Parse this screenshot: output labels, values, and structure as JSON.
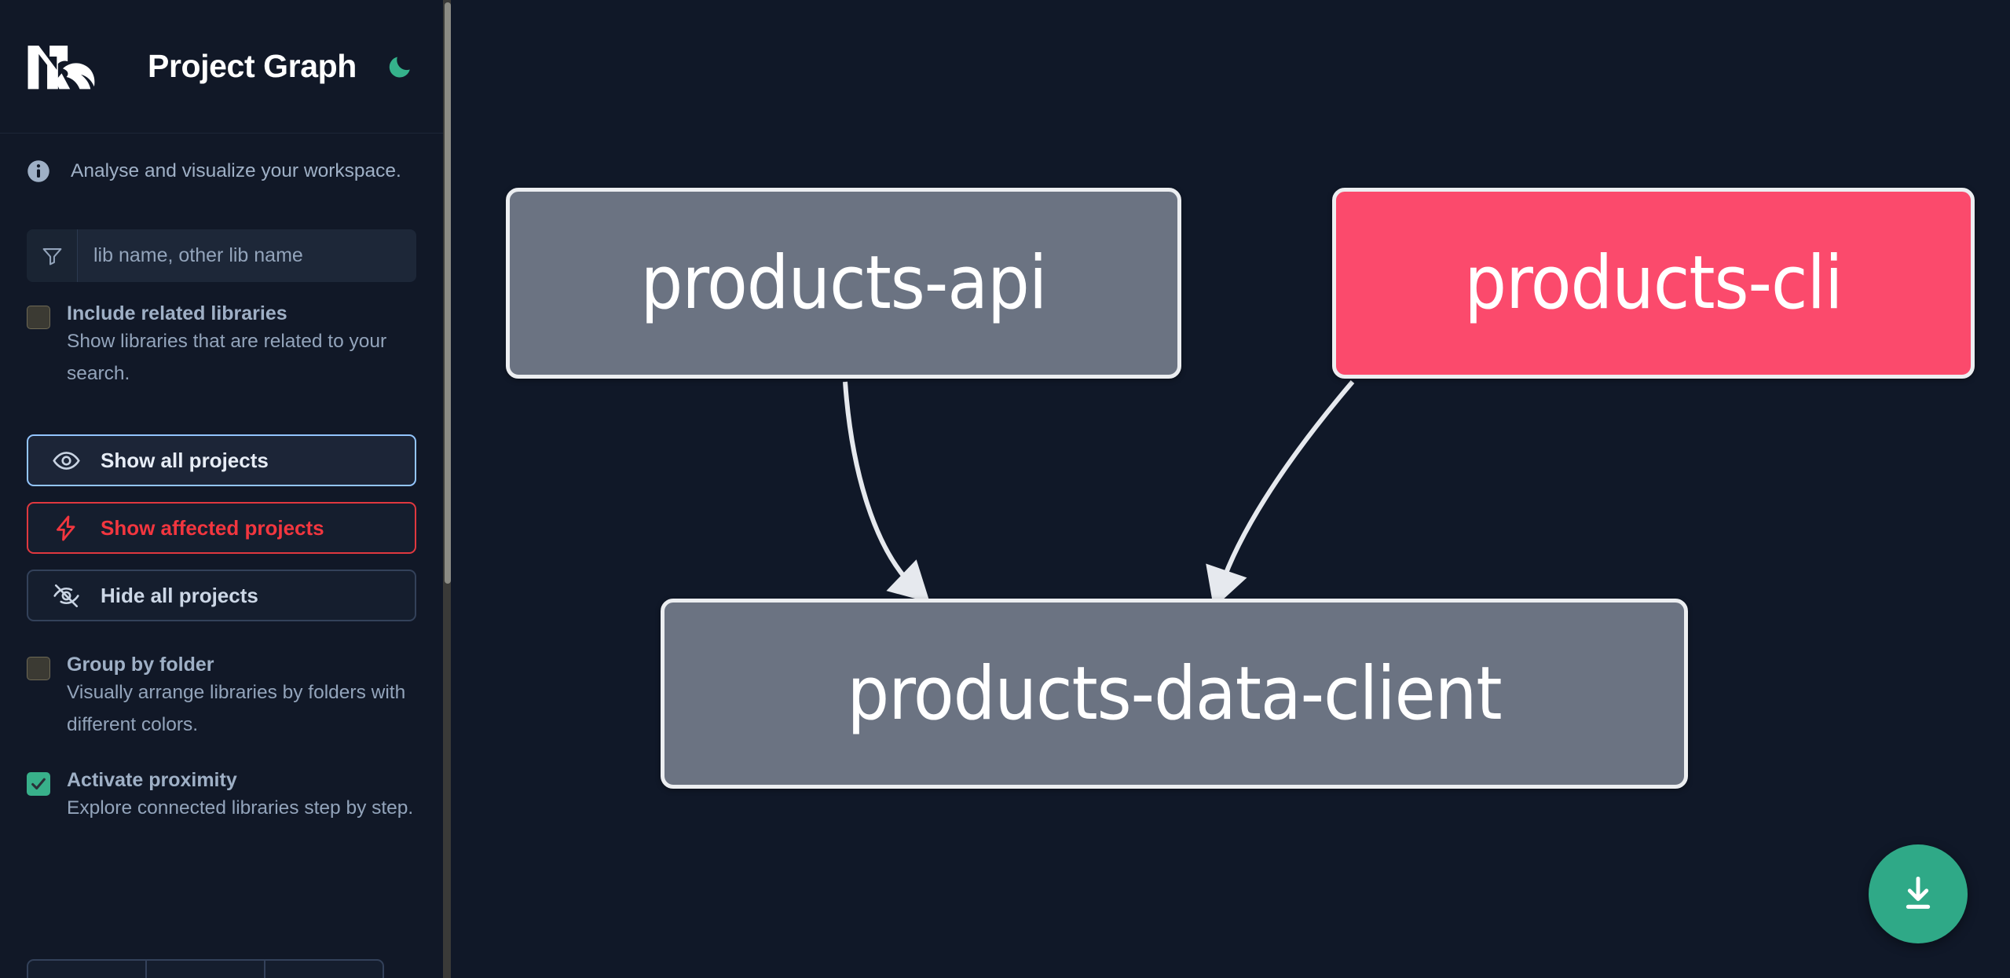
{
  "app": {
    "title": "Project Graph",
    "logo_icon": "nx-logo-icon",
    "theme_toggle_icon": "moon-icon",
    "background_color": "#0f1624"
  },
  "sidebar": {
    "tagline": {
      "icon": "info-circle-icon",
      "text": "Analyse and visualize your workspace."
    },
    "search": {
      "icon": "filter-funnel-icon",
      "placeholder": "lib name, other lib name",
      "value": ""
    },
    "options": [
      {
        "name": "include-related-libraries",
        "title": "Include related libraries",
        "description": "Show libraries that are related to your search.",
        "checked": false
      },
      {
        "name": "group-by-folder",
        "title": "Group by folder",
        "description": "Visually arrange libraries by folders with different colors.",
        "checked": false
      },
      {
        "name": "activate-proximity",
        "title": "Activate proximity",
        "description": "Explore connected libraries step by step.",
        "checked": true
      }
    ],
    "buttons": [
      {
        "name": "show-all-projects",
        "label": "Show all projects",
        "icon": "eye-icon",
        "accent": "#93c5fd"
      },
      {
        "name": "show-affected-projects",
        "label": "Show affected projects",
        "icon": "lightning-icon",
        "accent": "#f2363f"
      },
      {
        "name": "hide-all-projects",
        "label": "Hide all projects",
        "icon": "eye-slash-icon",
        "accent": "#33415a"
      }
    ]
  },
  "graph": {
    "download_button": {
      "name": "download-image-button",
      "icon": "download-icon",
      "color": "#2fa987"
    },
    "nodes": [
      {
        "id": "products-api",
        "label": "products-api",
        "color": "#6b7382",
        "state": "normal"
      },
      {
        "id": "products-cli",
        "label": "products-cli",
        "color": "#fb4a6c",
        "state": "affected"
      },
      {
        "id": "products-data-client",
        "label": "products-data-client",
        "color": "#6b7382",
        "state": "normal"
      }
    ],
    "edges": [
      {
        "from": "products-api",
        "to": "products-data-client"
      },
      {
        "from": "products-cli",
        "to": "products-data-client"
      }
    ]
  }
}
